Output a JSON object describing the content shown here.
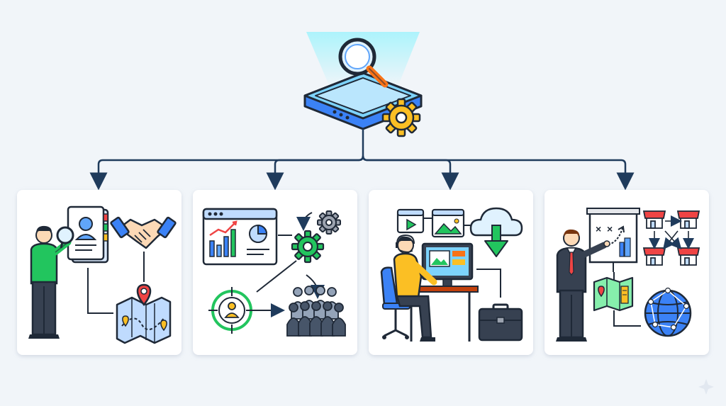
{
  "colors": {
    "background": "#f1f5f9",
    "outline": "#1f2937",
    "accent_blue": "#3b82f6",
    "light_blue": "#bfdbfe",
    "screen_cyan": "#7dd3fc",
    "accent_green": "#22c55e",
    "accent_orange": "#f97316",
    "accent_yellow": "#fbbf24",
    "accent_red": "#ef4444",
    "connector": "#1f3b5c",
    "card_bg": "#ffffff"
  },
  "hub": {
    "icons": [
      "search-device-icon",
      "magnifying-glass-icon",
      "gear-icon"
    ]
  },
  "cards": [
    {
      "id": "profiling",
      "icons": [
        "person-with-magnifier-icon",
        "contact-book-icon",
        "handshake-icon",
        "map-pin-icon"
      ]
    },
    {
      "id": "analytics",
      "icons": [
        "analytics-dashboard-icon",
        "gear-icon",
        "target-person-icon",
        "team-group-icon"
      ]
    },
    {
      "id": "remote-work",
      "icons": [
        "video-window-icon",
        "image-window-icon",
        "cloud-download-icon",
        "person-at-desk-icon",
        "briefcase-icon"
      ]
    },
    {
      "id": "expansion",
      "icons": [
        "presenter-board-icon",
        "store-network-icon",
        "city-map-icon",
        "globe-network-icon"
      ]
    }
  ]
}
